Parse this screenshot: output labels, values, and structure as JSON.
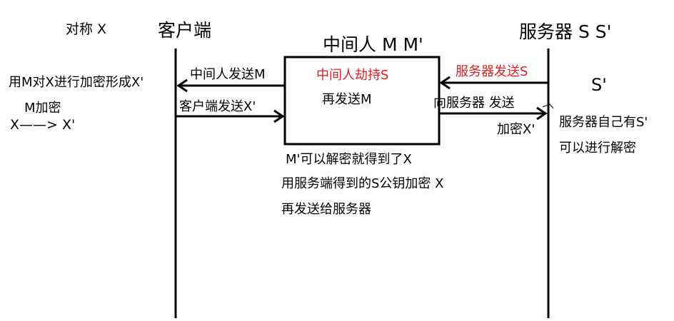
{
  "colors": {
    "ink": "#000000",
    "highlight": "#e02020"
  },
  "symmetric_note": "对称 X",
  "client": {
    "label": "客户端",
    "encrypt_note": "用M对X进行加密形成X'",
    "encrypt_key": "M加密",
    "encrypt_formula": "X——>  X'"
  },
  "middleman": {
    "label": "中间人  M  M'",
    "hijack": "中间人劫持S",
    "resend": "再发送M",
    "decrypt_note": "M'可以解密就得到了X",
    "encrypt_with_pubkey": "用服务端得到的S公钥加密 X",
    "send_to_server": "再发送给服务器"
  },
  "server": {
    "label": "服务器  S  S'",
    "private_key": "S'",
    "has_key_note": "服务器自己有S'",
    "can_decrypt": "可以进行解密"
  },
  "messages": {
    "middleman_sends_m": "中间人发送M",
    "client_sends_xp": "客户端发送X'",
    "server_sends_s": "服务器发送S",
    "to_server_send": "向服务器 发送",
    "encrypted_x": "加密X'"
  },
  "icons": {
    "arrowhead": "open-chevron-arrowhead"
  }
}
